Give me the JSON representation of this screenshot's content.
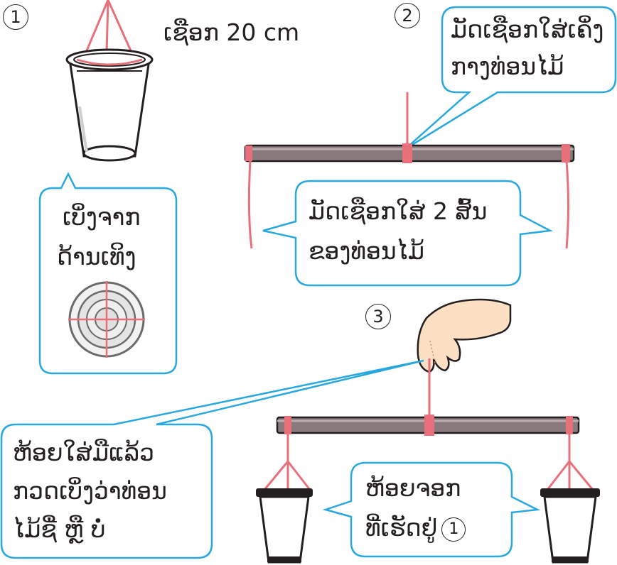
{
  "step1": {
    "number": "1",
    "string_label": "ເຊືອກ 20 cm"
  },
  "step2": {
    "number": "2",
    "tie_middle_line1": "ມັດເຊືອກໃສ່ເຄິ່ງ",
    "tie_middle_line2": "ກາງທ່ອນໄມ້",
    "tie_ends_line1": "ມັດເຊືອກໃສ່ 2 ສົ້ນ",
    "tie_ends_line2": "ຂອງທ່ອນໄມ້"
  },
  "top_view": {
    "line1": "ເບິ່ງຈາກ",
    "line2": "ດ້ານເທິງ"
  },
  "step3": {
    "number": "3",
    "hang_line1": "ຫ້ອຍໃສ່ມືແລ້ວ",
    "hang_line2": "ກວດເບິ່ງວ່າທ່ອນ",
    "hang_line3": "ໄມ້ຊື່ ຫຼື ບໍ່",
    "cups_line1": "ຫ້ອຍຈອກ",
    "cups_line2": "ທີ່ເຮັດຢູ່",
    "cups_ref": "1"
  },
  "colors": {
    "bubble_stroke": "#29a8e0",
    "string": "#e8707a",
    "rod": "#8a7a7e",
    "ink": "#231f20"
  }
}
